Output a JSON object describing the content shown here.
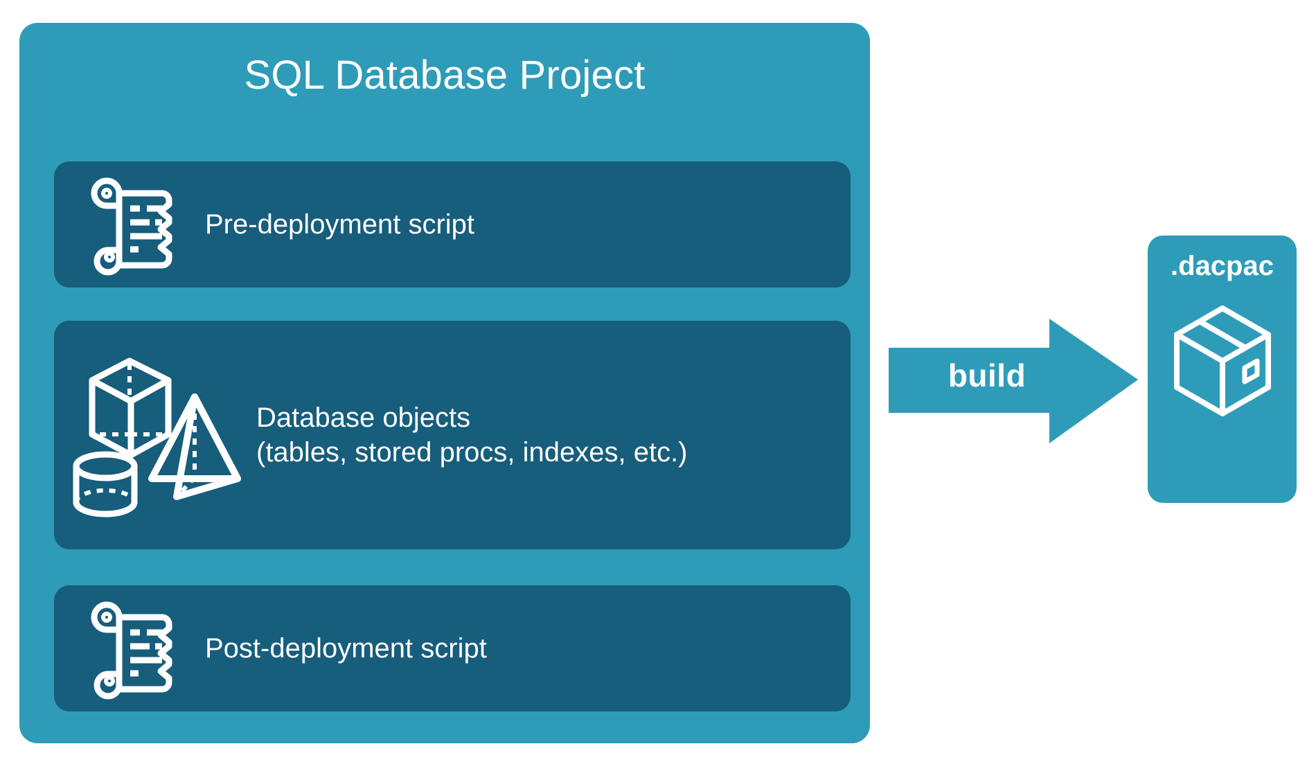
{
  "diagram": {
    "title": "SQL Database Project",
    "background_color": "#ffffff",
    "panel_color": "#2e9cb8",
    "card_color": "#175d7c",
    "text_color": "#ffffff"
  },
  "project": {
    "title": "SQL Database Project",
    "items": [
      {
        "id": "pre-deployment",
        "label": "Pre-deployment script",
        "icon": "scroll-icon"
      },
      {
        "id": "database-objects",
        "label": "Database objects\n(tables, stored procs, indexes, etc.)",
        "line1": "Database objects",
        "line2": "(tables, stored procs, indexes, etc.)",
        "icon": "3d-shapes-icon"
      },
      {
        "id": "post-deployment",
        "label": "Post-deployment script",
        "icon": "scroll-icon"
      }
    ]
  },
  "arrow": {
    "label": "build",
    "direction": "right",
    "color": "#2e9cb8"
  },
  "output": {
    "title": ".dacpac",
    "icon": "package-box-icon",
    "color": "#2e9cb8"
  }
}
